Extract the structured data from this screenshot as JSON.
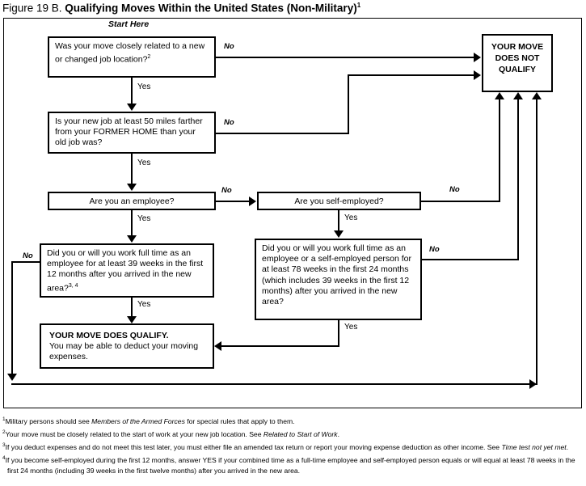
{
  "title": {
    "prefix": "Figure 19 B. ",
    "main": "Qualifying Moves Within the United States (Non-Military)",
    "footnote_marker": "1"
  },
  "start_label": "Start Here",
  "nodes": {
    "q1": {
      "text": "Was your move closely related to a new or changed job location?",
      "footnote_marker": "2"
    },
    "q2": {
      "text": "Is your new job at least 50 miles farther from your FORMER HOME than your old job was?"
    },
    "q3": {
      "text": "Are you an employee?"
    },
    "q4": {
      "text": "Are you self-employed?"
    },
    "q5": {
      "text": "Did you or will you work full time as an employee for at least 39 weeks in the first 12 months after you arrived in the new area?",
      "footnote_marker": "3, 4"
    },
    "q6": {
      "text": "Did you or will you work full time as an employee or a self-employed person for at least 78 weeks in the first 24 months (which includes 39 weeks in the first 12 months) after you arrived in the new area?"
    },
    "qualify": {
      "heading": "YOUR MOVE DOES QUALIFY.",
      "body": "You may be able to deduct your moving expenses."
    },
    "does_not_qualify": {
      "text": "YOUR MOVE DOES NOT QUALIFY"
    }
  },
  "edge_labels": {
    "q1_no": "No",
    "q1_yes": "Yes",
    "q2_no": "No",
    "q2_yes": "Yes",
    "q3_no": "No",
    "q3_yes": "Yes",
    "q4_no": "No",
    "q4_yes": "Yes",
    "q5_no": "No",
    "q5_yes": "Yes",
    "q6_no": "No",
    "q6_yes": "Yes"
  },
  "footnotes": [
    {
      "marker": "1",
      "parts": [
        {
          "t": "Military persons should see ",
          "i": false
        },
        {
          "t": "Members of the Armed Forces",
          "i": true
        },
        {
          "t": " for special rules that apply to them.",
          "i": false
        }
      ]
    },
    {
      "marker": "2",
      "parts": [
        {
          "t": "Your move must be closely related to the start of work at your new job location. See ",
          "i": false
        },
        {
          "t": "Related to Start of Work",
          "i": true
        },
        {
          "t": ".",
          "i": false
        }
      ]
    },
    {
      "marker": "3",
      "parts": [
        {
          "t": "If you deduct expenses and do not meet this test later, you must either file an amended tax return or report your moving expense deduction as other income. See ",
          "i": false
        },
        {
          "t": "Time test not yet met",
          "i": true
        },
        {
          "t": ".",
          "i": false
        }
      ]
    },
    {
      "marker": "4",
      "parts": [
        {
          "t": "If you become self-employed during the first 12 months, answer YES if your combined time as a full-time employee and self-employed person equals or will equal at least 78 weeks in the first 24 months (including 39 weeks in the first twelve months) after you arrived in the new area.",
          "i": false
        }
      ]
    }
  ],
  "colors": {
    "ink": "#000000",
    "paper": "#ffffff"
  }
}
